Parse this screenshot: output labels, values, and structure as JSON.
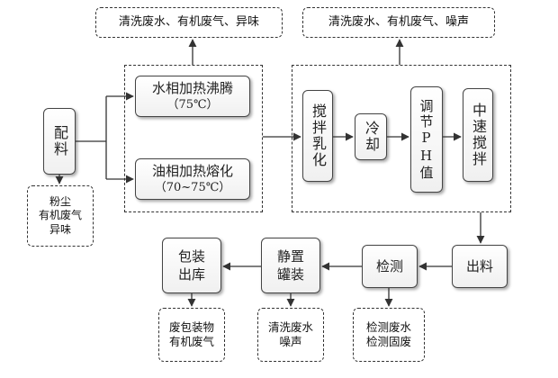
{
  "outputs": {
    "top_left": "清洗废水、有机废气、异味",
    "top_right": "清洗废水、有机废气、噪声",
    "batching": [
      "粉尘",
      "有机废气",
      "异味"
    ],
    "packaging": [
      "废包装物",
      "有机废气"
    ],
    "filling": [
      "清洗废水",
      "噪声"
    ],
    "testing": [
      "检测废水",
      "检测固废"
    ]
  },
  "steps": {
    "batching": "配料",
    "water_heat": "水相加热沸腾",
    "water_temp": "（75℃）",
    "oil_heat": "油相加热熔化",
    "oil_temp": "（70~75℃）",
    "stir_emulsify": "搅拌乳化",
    "cooling": "冷却",
    "adjust_ph": "调节PH值",
    "mid_stir": "中速搅拌",
    "discharge": "出料",
    "testing": "检测",
    "rest_fill": [
      "静置",
      "罐装"
    ],
    "pack_store": [
      "包装",
      "出库"
    ]
  }
}
